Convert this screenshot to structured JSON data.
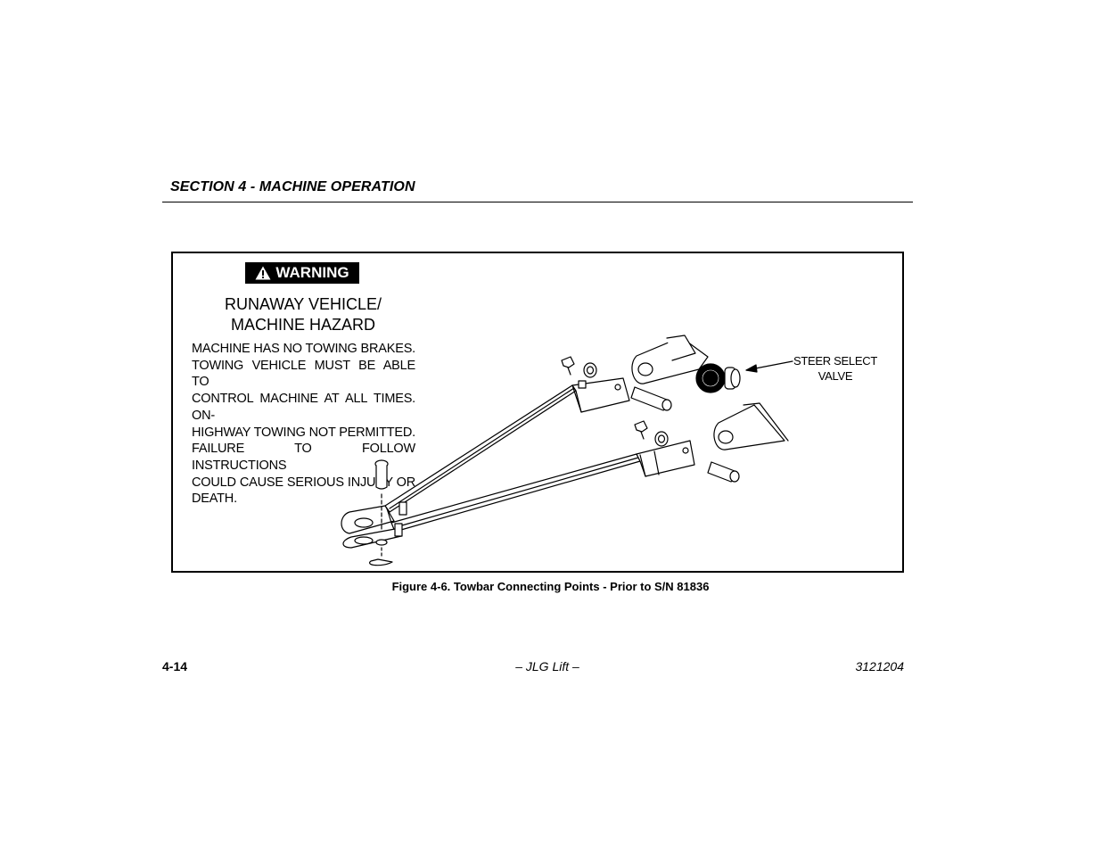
{
  "header": {
    "section_title": "SECTION 4 - MACHINE OPERATION"
  },
  "warning": {
    "badge_label": "WARNING",
    "title_line1": "RUNAWAY VEHICLE/",
    "title_line2": "MACHINE HAZARD",
    "body_lines": [
      "MACHINE HAS NO TOWING BRAKES.",
      "TOWING VEHICLE MUST BE ABLE TO",
      "CONTROL MACHINE AT ALL TIMES. ON-",
      "HIGHWAY TOWING NOT PERMITTED.",
      "FAILURE TO FOLLOW INSTRUCTIONS",
      "COULD CAUSE SERIOUS INJURY OR",
      "DEATH."
    ]
  },
  "figure": {
    "callout_line1": "STEER SELECT",
    "callout_line2": "VALVE",
    "caption": "Figure 4-6. Towbar Connecting Points - Prior to S/N 81836"
  },
  "footer": {
    "page_number": "4-14",
    "publisher": "– JLG Lift –",
    "manual_number": "3121204"
  }
}
